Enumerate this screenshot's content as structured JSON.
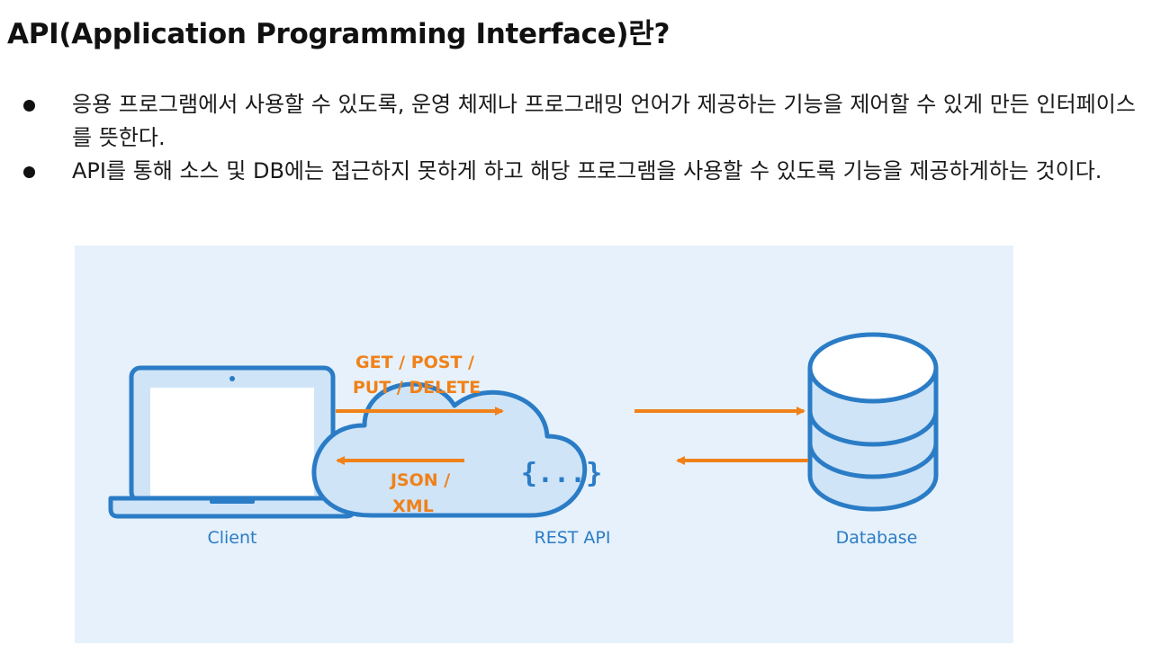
{
  "page": {
    "title": "API(Application Programming Interface)란?",
    "bullets": [
      "응용 프로그램에서 사용할 수 있도록, 운영 체제나 프로그래밍 언어가 제공하는 기능을 제어할 수 있게 만든 인터페이스를 뜻한다.",
      "API를 통해 소스 및 DB에는 접근하지 못하게 하고 해당 프로그램을 사용할 수 있도록 기능을 제공하게하는 것이다."
    ]
  },
  "diagram": {
    "nodes": {
      "client": {
        "label": "Client",
        "icon": "laptop-icon"
      },
      "api": {
        "label": "REST API",
        "icon": "cloud-icon",
        "code": "{...}"
      },
      "database": {
        "label": "Database",
        "icon": "database-icon"
      }
    },
    "arrows": {
      "request_line1": "GET / POST /",
      "request_line2": "PUT / DELETE",
      "response_line1": "JSON /",
      "response_line2": "XML"
    },
    "colors": {
      "background": "#e6f1fb",
      "icon_stroke": "#2b7cc6",
      "icon_fill": "#cfe4f7",
      "arrow": "#f08119",
      "screen": "#ffffff"
    }
  }
}
